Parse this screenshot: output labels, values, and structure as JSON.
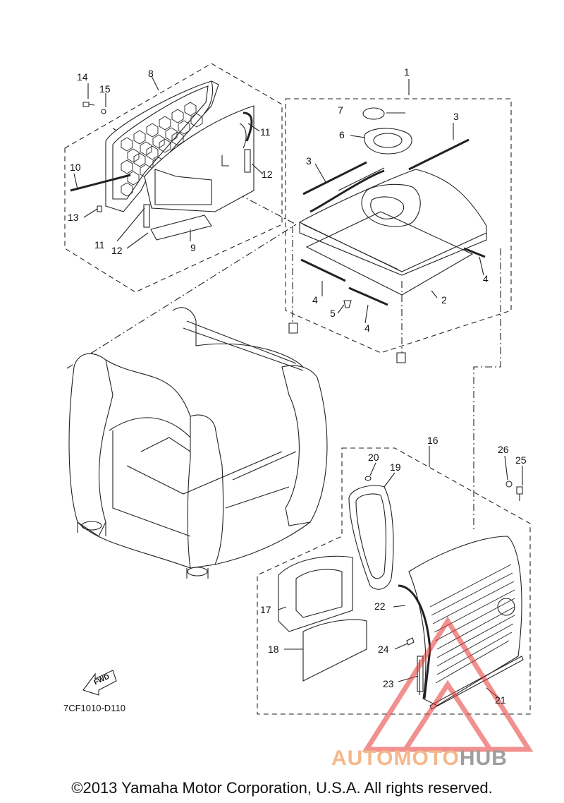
{
  "callouts": {
    "c1": "1",
    "c2": "2",
    "c3a": "3",
    "c3b": "3",
    "c4a": "4",
    "c4b": "4",
    "c4c": "4",
    "c5": "5",
    "c6": "6",
    "c7": "7",
    "c8": "8",
    "c9": "9",
    "c10": "10",
    "c11a": "11",
    "c11b": "11",
    "c12a": "12",
    "c12b": "12",
    "c13": "13",
    "c14": "14",
    "c15": "15",
    "c16": "16",
    "c17": "17",
    "c18": "18",
    "c19": "19",
    "c20": "20",
    "c21": "21",
    "c22": "22",
    "c23": "23",
    "c24": "24",
    "c25": "25",
    "c26": "26"
  },
  "fwd_label": "FWD",
  "diagram_code": "7CF1010-D110",
  "copyright": "©2013 Yamaha Motor Corporation, U.S.A. All rights reserved.",
  "watermark": {
    "part1": "AUTOMOTO",
    "part2": "HUB",
    "color1": "#f5b78a",
    "color2": "#9e9e9e",
    "logo_color": "#e53935"
  }
}
